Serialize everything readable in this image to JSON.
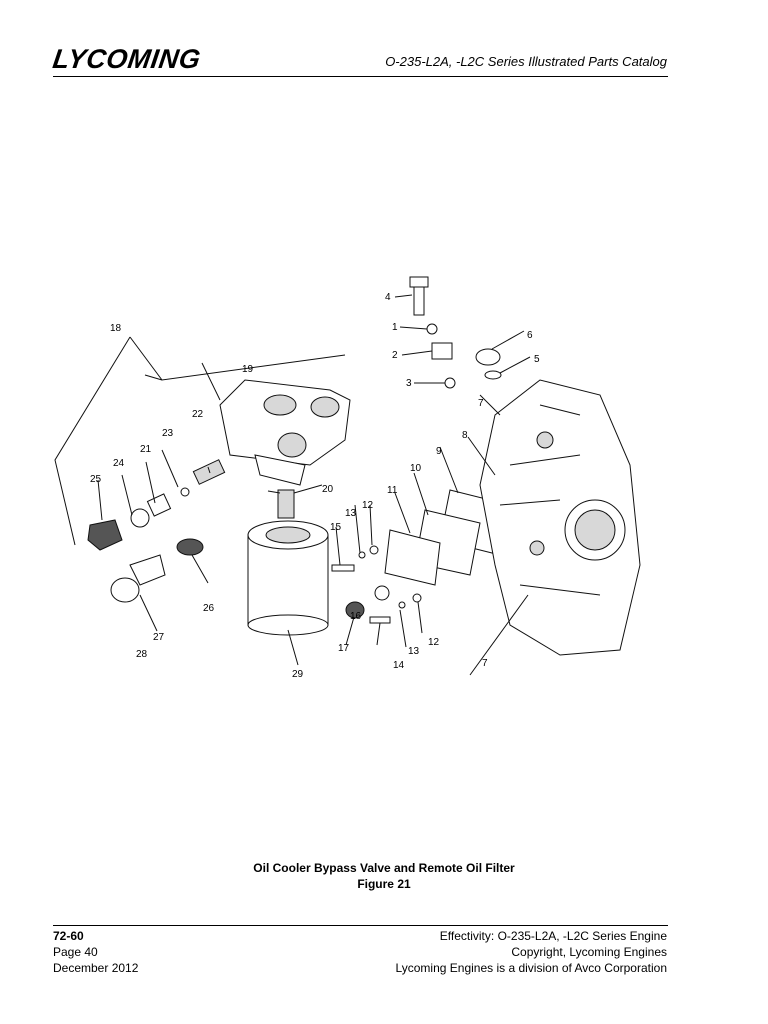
{
  "header": {
    "logo_text": "LYCOMING",
    "title": "O-235-L2A, -L2C Series Illustrated Parts Catalog"
  },
  "figure": {
    "caption_line1": "Oil Cooler Bypass Valve and Remote Oil Filter",
    "caption_line2": "Figure 21",
    "callouts": [
      "1",
      "2",
      "3",
      "4",
      "5",
      "6",
      "7",
      "7",
      "8",
      "9",
      "10",
      "11",
      "12",
      "12",
      "13",
      "13",
      "14",
      "15",
      "16",
      "17",
      "18",
      "19",
      "20",
      "21",
      "22",
      "23",
      "24",
      "25",
      "26",
      "27",
      "28",
      "29"
    ]
  },
  "footer": {
    "left": [
      "72-60",
      "Page 40",
      "December 2012"
    ],
    "right": [
      "Effectivity: O-235-L2A, -L2C Series Engine",
      "Copyright, Lycoming Engines",
      "Lycoming Engines is a division of Avco Corporation"
    ]
  }
}
